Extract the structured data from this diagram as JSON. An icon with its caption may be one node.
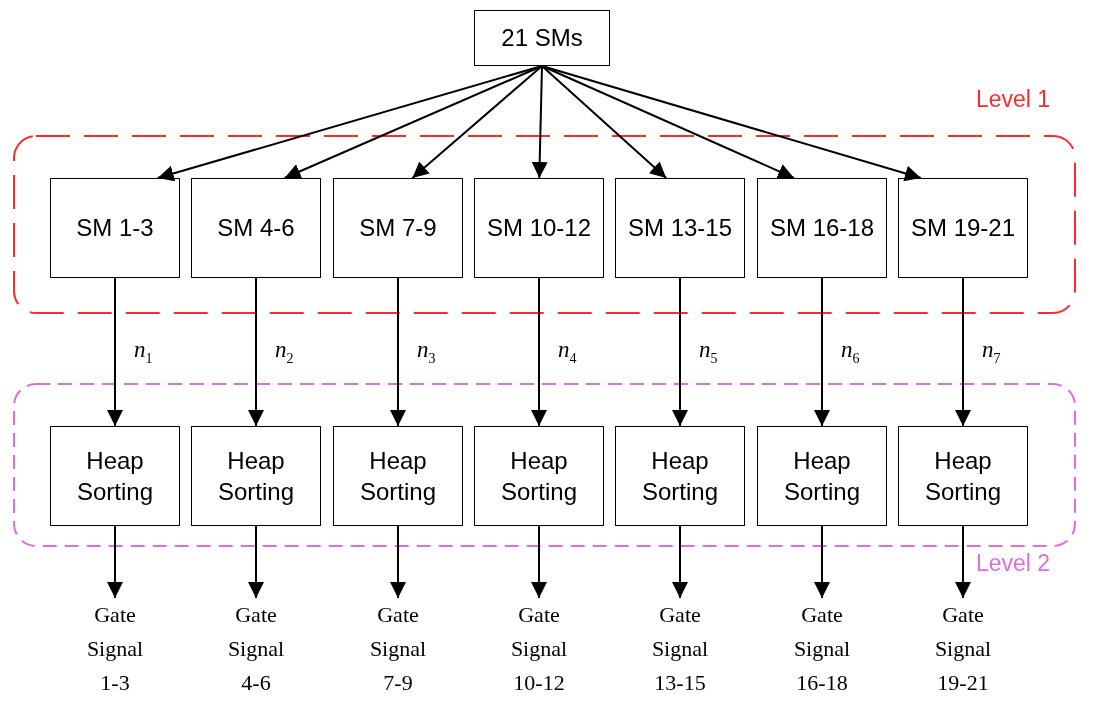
{
  "diagram": {
    "nodes": [
      {
        "text": [
          "21 SMs"
        ]
      },
      {
        "text": [
          "Level 1"
        ]
      },
      {
        "text": [
          "SM 1-3"
        ],
        "in": 1
      },
      {
        "text": [
          "SM 4-6"
        ],
        "in": 1
      },
      {
        "text": [
          "SM 7-9"
        ],
        "in": 1
      },
      {
        "text": [
          "SM 10-12"
        ],
        "in": 1
      },
      {
        "text": [
          "SM 13-15"
        ],
        "in": 1
      },
      {
        "text": [
          "SM 16-18"
        ],
        "in": 1
      },
      {
        "text": [
          "SM 19-21"
        ],
        "in": 1
      },
      {
        "text": [
          "Level 2"
        ]
      },
      {
        "text": [
          "Heap Sorting"
        ],
        "in": 9
      },
      {
        "text": [
          "Heap Sorting"
        ],
        "in": 9
      },
      {
        "text": [
          "Heap Sorting"
        ],
        "in": 9
      },
      {
        "text": [
          "Heap Sorting"
        ],
        "in": 9
      },
      {
        "text": [
          "Heap Sorting"
        ],
        "in": 9
      },
      {
        "text": [
          "Heap Sorting"
        ],
        "in": 9
      },
      {
        "text": [
          "Heap Sorting"
        ],
        "in": 9
      },
      {
        "text": [
          "Gate Signal 1-3"
        ]
      },
      {
        "text": [
          "Gate Signal 4-6"
        ]
      },
      {
        "text": [
          "Gate Signal 7-9"
        ]
      },
      {
        "text": [
          "Gate Signal 10-12"
        ]
      },
      {
        "text": [
          "Gate Signal 13-15"
        ]
      },
      {
        "text": [
          "Gate Signal 16-18"
        ]
      },
      {
        "text": [
          "Gate Signal 19-21"
        ]
      }
    ],
    "edges": [
      {
        "from": 0,
        "to": 2,
        "arrow": "to"
      },
      {
        "from": 0,
        "to": 3,
        "arrow": "to"
      },
      {
        "from": 0,
        "to": 4,
        "arrow": "to"
      },
      {
        "from": 0,
        "to": 5,
        "arrow": "to"
      },
      {
        "from": 0,
        "to": 6,
        "arrow": "to"
      },
      {
        "from": 0,
        "to": 7,
        "arrow": "to"
      },
      {
        "from": 0,
        "to": 8,
        "arrow": "to"
      },
      {
        "from": 2,
        "to": 10,
        "arrow": "to",
        "label": "*n*$_{1}$"
      },
      {
        "from": 3,
        "to": 11,
        "arrow": "to",
        "label": "*n*$_{2}$"
      },
      {
        "from": 4,
        "to": 12,
        "arrow": "to",
        "label": "*n*$_{3}$"
      },
      {
        "from": 5,
        "to": 13,
        "arrow": "to",
        "label": "*n*$_{4}$"
      },
      {
        "from": 6,
        "to": 14,
        "arrow": "to",
        "label": "*n*$_{5}$"
      },
      {
        "from": 7,
        "to": 15,
        "arrow": "to",
        "label": "*n*$_{6}$"
      },
      {
        "from": 8,
        "to": 16,
        "arrow": "to",
        "label": "*n*$_{7}$"
      },
      {
        "from": 10,
        "to": 17,
        "arrow": "to"
      },
      {
        "from": 11,
        "to": 18,
        "arrow": "to"
      },
      {
        "from": 12,
        "to": 19,
        "arrow": "to"
      },
      {
        "from": 13,
        "to": 20,
        "arrow": "to"
      },
      {
        "from": 14,
        "to": 21,
        "arrow": "to"
      },
      {
        "from": 15,
        "to": 22,
        "arrow": "to"
      },
      {
        "from": 16,
        "to": 23,
        "arrow": "to"
      }
    ]
  }
}
